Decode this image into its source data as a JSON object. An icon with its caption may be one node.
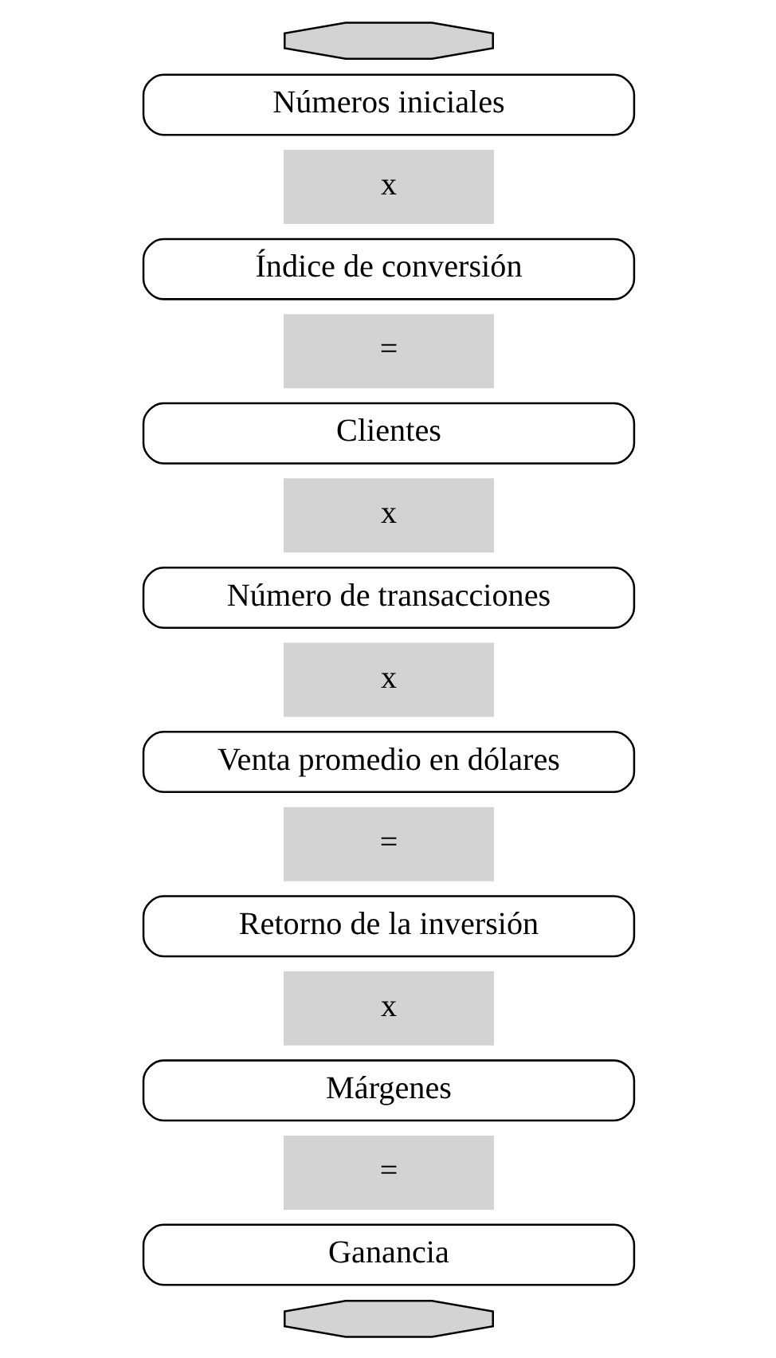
{
  "diagram": {
    "nodes": [
      {
        "text": [],
        "shape": "bar"
      },
      {
        "text": [
          "Números iniciales"
        ]
      },
      {
        "text": [
          "x"
        ]
      },
      {
        "text": [
          "Índice de conversión"
        ]
      },
      {
        "text": [
          "="
        ]
      },
      {
        "text": [
          "Clientes"
        ]
      },
      {
        "text": [
          "x"
        ]
      },
      {
        "text": [
          "Número de transacciones"
        ]
      },
      {
        "text": [
          "x"
        ]
      },
      {
        "text": [
          "Venta promedio en dólares"
        ]
      },
      {
        "text": [
          "="
        ]
      },
      {
        "text": [
          "Retorno de la inversión"
        ]
      },
      {
        "text": [
          "x"
        ]
      },
      {
        "text": [
          "Márgenes"
        ]
      },
      {
        "text": [
          "="
        ]
      },
      {
        "text": [
          "Ganancia"
        ]
      },
      {
        "text": [],
        "shape": "bar"
      }
    ]
  }
}
